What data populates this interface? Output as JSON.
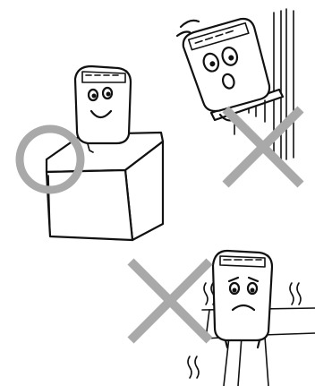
{
  "colors": {
    "ok_mark": "#a9a9a9",
    "ng_mark": "#a9a9a9",
    "ink": "#111111",
    "background": "#ffffff"
  },
  "panels": [
    {
      "id": "box-placement",
      "verdict": "ok",
      "mark": "circle"
    },
    {
      "id": "wall-shelf-placement",
      "verdict": "ng",
      "mark": "cross"
    },
    {
      "id": "heated-floor-placement",
      "verdict": "ng",
      "mark": "cross"
    }
  ],
  "icons": [
    "ok-circle-icon",
    "ng-cross-icon",
    "heat-wave-icon",
    "shake-lines-icon"
  ]
}
